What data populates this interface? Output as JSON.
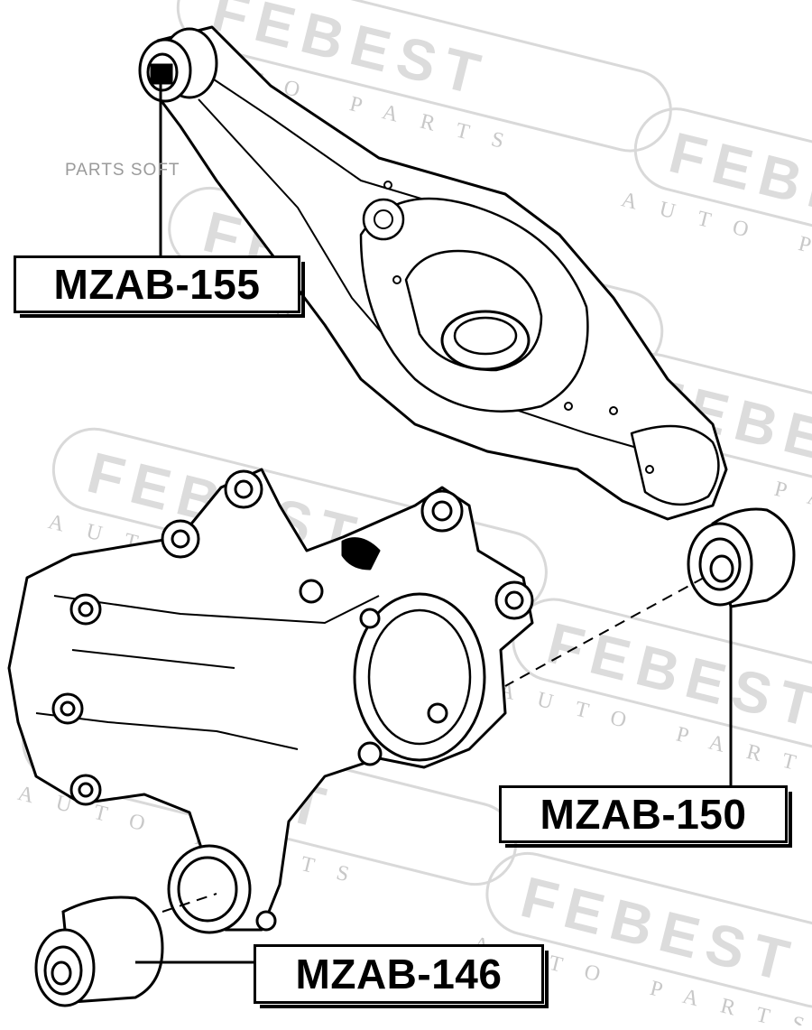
{
  "watermark": {
    "brand": "FEBEST",
    "tagline": "AUTO PARTS"
  },
  "overlay_text": "PARTS SOFT",
  "parts": [
    {
      "id": "part-155",
      "label": "MZAB-155"
    },
    {
      "id": "part-150",
      "label": "MZAB-150"
    },
    {
      "id": "part-146",
      "label": "MZAB-146"
    }
  ],
  "colors": {
    "line": "#000000",
    "watermark": "#d9d9d9",
    "background": "#ffffff"
  }
}
